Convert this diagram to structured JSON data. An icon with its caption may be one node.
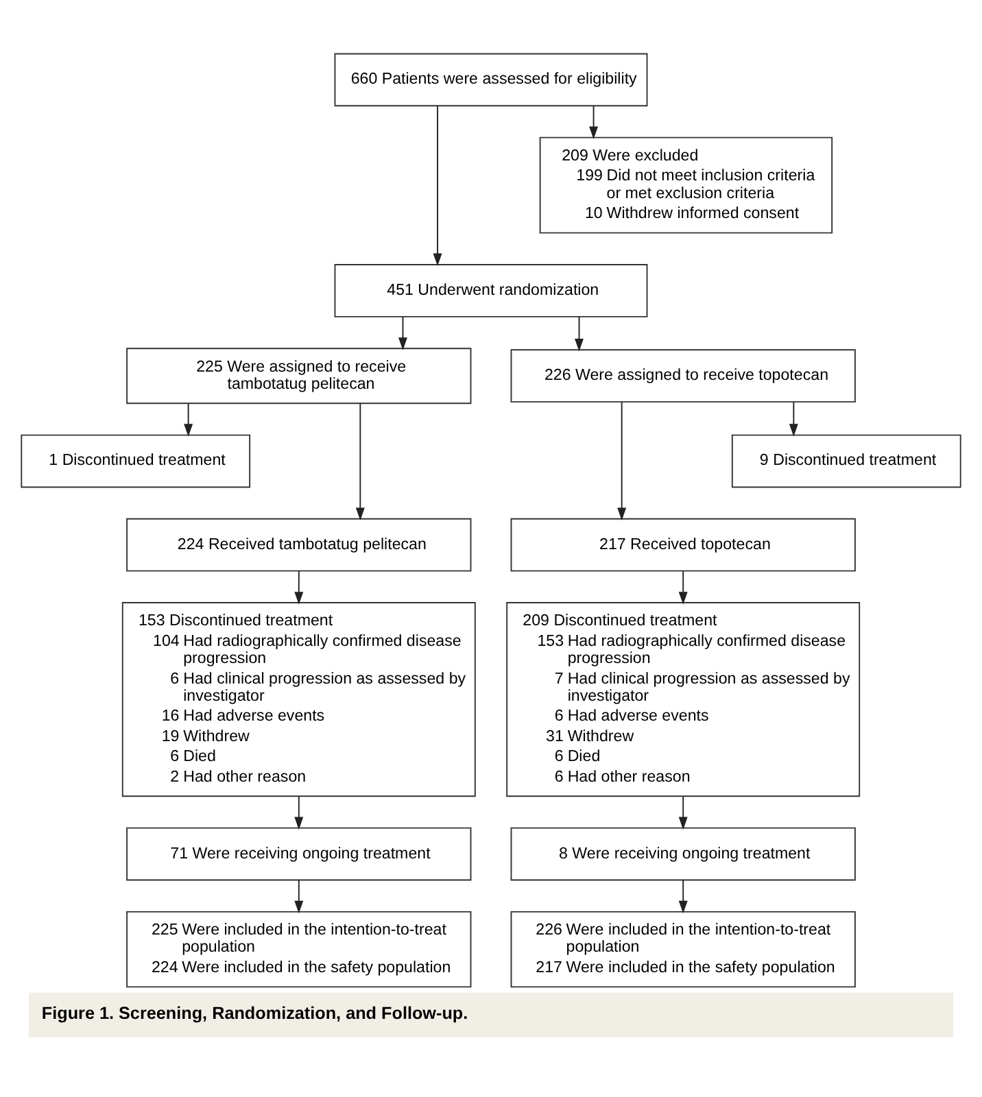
{
  "diagram": {
    "caption": "Figure 1. Screening, Randomization, and Follow-up.",
    "nodes": [
      {
        "text": [
          "660 Patients were assessed for eligibility"
        ]
      },
      {
        "text": [
          "209 Were excluded",
          "199 Did not meet inclusion criteria or met exclusion criteria",
          "10 Withdrew informed consent"
        ]
      },
      {
        "text": [
          "451 Underwent randomization"
        ]
      },
      {
        "text": [
          "225 Were assigned to receive tambotatug pelitecan"
        ]
      },
      {
        "text": [
          "226 Were assigned to receive topotecan"
        ]
      },
      {
        "text": [
          "1 Discontinued treatment"
        ]
      },
      {
        "text": [
          "9 Discontinued treatment"
        ]
      },
      {
        "text": [
          "224 Received tambotatug pelitecan"
        ]
      },
      {
        "text": [
          "217 Received topotecan"
        ]
      },
      {
        "text": [
          "153 Discontinued treatment",
          "104 Had radiographically confirmed disease progression",
          "6 Had clinical progression as assessed by investigator",
          "16 Had adverse events",
          "19 Withdrew",
          "6 Died",
          "2 Had other reason"
        ]
      },
      {
        "text": [
          "209 Discontinued treatment",
          "153 Had radiographically confirmed disease progression",
          "7 Had clinical progression as assessed by investigator",
          "6 Had adverse events",
          "31 Withdrew",
          "6 Died",
          "6 Had other reason"
        ]
      },
      {
        "text": [
          "71 Were receiving ongoing treatment"
        ]
      },
      {
        "text": [
          "8 Were receiving ongoing treatment"
        ]
      },
      {
        "text": [
          "225 Were included in the intention-to-treat population",
          "224 Were included in the safety population"
        ]
      },
      {
        "text": [
          "226 Were included in the intention-to-treat population",
          "217 Were included in the safety population"
        ]
      }
    ],
    "edges": [
      {
        "from": 0,
        "to": 2,
        "arrow": "to"
      },
      {
        "from": 0,
        "to": 1,
        "arrow": "to"
      },
      {
        "from": 2,
        "to": 3,
        "arrow": "to"
      },
      {
        "from": 2,
        "to": 4,
        "arrow": "to"
      },
      {
        "from": 3,
        "to": 5,
        "arrow": "to"
      },
      {
        "from": 3,
        "to": 7,
        "arrow": "to"
      },
      {
        "from": 4,
        "to": 8,
        "arrow": "to"
      },
      {
        "from": 4,
        "to": 6,
        "arrow": "to"
      },
      {
        "from": 7,
        "to": 9,
        "arrow": "to"
      },
      {
        "from": 8,
        "to": 10,
        "arrow": "to"
      },
      {
        "from": 9,
        "to": 11,
        "arrow": "to"
      },
      {
        "from": 10,
        "to": 12,
        "arrow": "to"
      },
      {
        "from": 11,
        "to": 13,
        "arrow": "to"
      },
      {
        "from": 12,
        "to": 14,
        "arrow": "to"
      }
    ]
  }
}
